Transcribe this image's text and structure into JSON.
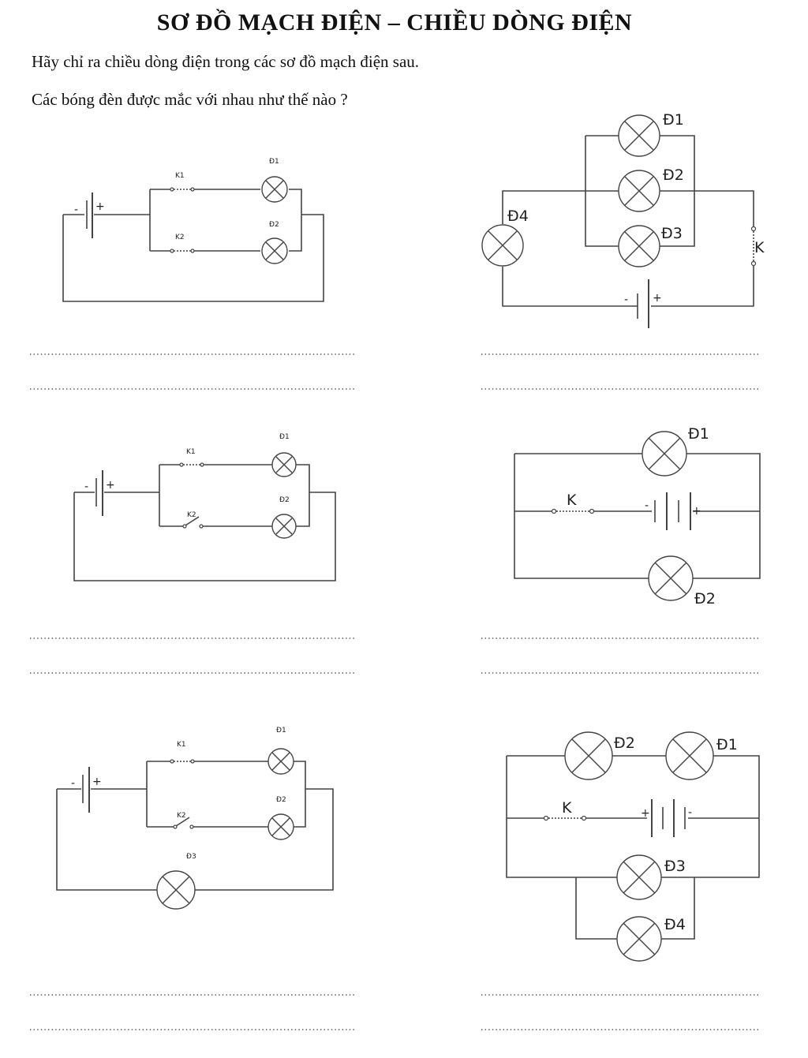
{
  "title": "SƠ ĐỒ MẠCH ĐIỆN – CHIỀU DÒNG ĐIỆN",
  "instructions": {
    "line1": "Hãy chỉ ra chiều dòng điện trong các sơ đồ mạch điện sau.",
    "line2": "Các bóng đèn được mắc với nhau như thế nào ?"
  },
  "labels": {
    "k1": "K1",
    "k2": "K2",
    "k": "K",
    "d1": "Đ1",
    "d2": "Đ2",
    "d3": "Đ3",
    "d4": "Đ4",
    "minus": "-",
    "plus": "+"
  }
}
